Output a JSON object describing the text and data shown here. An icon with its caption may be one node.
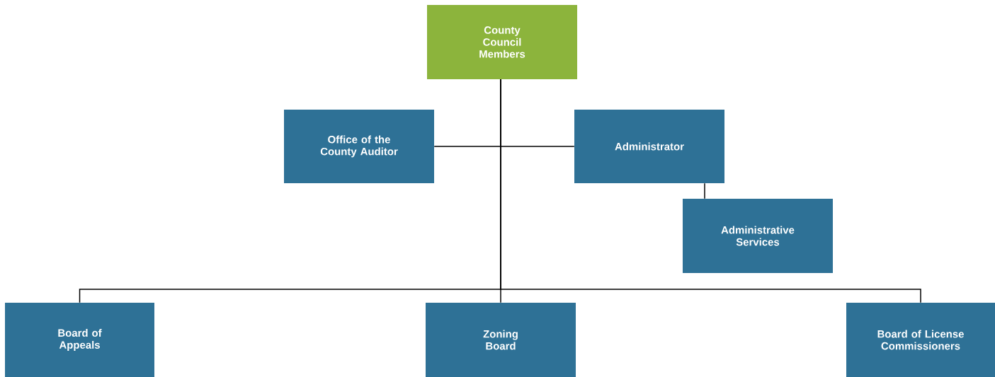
{
  "diagram": {
    "nodes": [
      {
        "text": [
          "County Council Members"
        ]
      },
      {
        "text": [
          "Office of the County Auditor"
        ]
      },
      {
        "text": [
          "Administrator"
        ]
      },
      {
        "text": [
          "Administrative Services"
        ]
      },
      {
        "text": [
          "Board of Appeals"
        ]
      },
      {
        "text": [
          "Zoning Board"
        ]
      },
      {
        "text": [
          "Board of License Commissioners"
        ]
      }
    ],
    "edges": [
      {
        "from": 0,
        "to": 1,
        "arrow": "none"
      },
      {
        "from": 0,
        "to": 2,
        "arrow": "none"
      },
      {
        "from": 2,
        "to": 3,
        "arrow": "none"
      },
      {
        "from": 0,
        "to": 4,
        "arrow": "none"
      },
      {
        "from": 0,
        "to": 5,
        "arrow": "none"
      },
      {
        "from": 0,
        "to": 6,
        "arrow": "none"
      }
    ]
  }
}
